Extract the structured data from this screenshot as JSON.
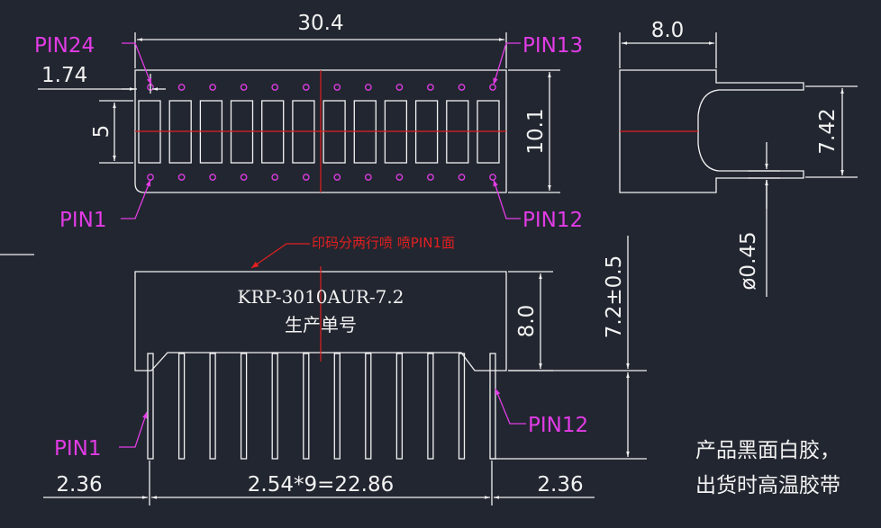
{
  "dimensions": {
    "overall_length": "30.4",
    "pin_offset": "1.74",
    "segment_height": "5",
    "body_height_top": "10.1",
    "side_width": "8.0",
    "side_height": "7.42",
    "pin_diameter": "ø0.45",
    "body_height_front": "8.0",
    "pin_length": "7.2±0.5",
    "left_edge": "2.36",
    "pitch_total": "2.54*9=22.86",
    "right_edge": "2.36"
  },
  "pins": {
    "pin24": "PIN24",
    "pin13": "PIN13",
    "pin1_top": "PIN1",
    "pin12_top": "PIN12",
    "pin1_front": "PIN1",
    "pin12_front": "PIN12"
  },
  "labels": {
    "print_note": "印码分两行喷  喷PIN1面",
    "part_number": "KRP-3010AUR-7.2",
    "order_no": "生产单号",
    "note_line1": "产品黑面白胶，",
    "note_line2": "出货时高温胶带"
  },
  "colors": {
    "background": "#222630",
    "outline": "#f2f2f2",
    "pin_label": "#e13ce5",
    "center_line": "#e02020"
  }
}
